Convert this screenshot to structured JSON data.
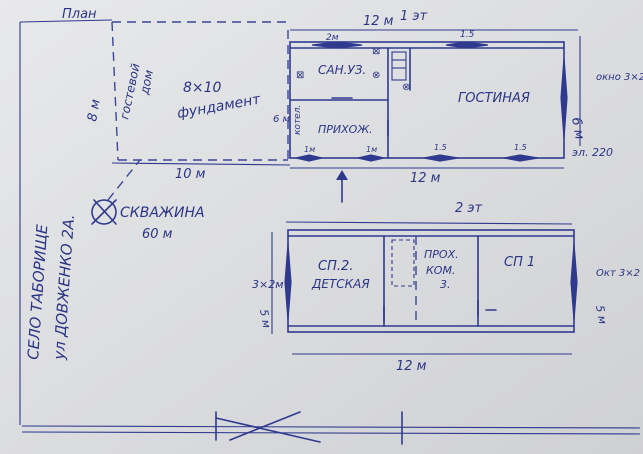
{
  "plan_label": "План",
  "floor1": {
    "title": "1 эт",
    "length": "12 м",
    "length_bottom": "12 м",
    "height": "6 м",
    "rooms": {
      "bathroom": "САН.УЗ.",
      "living": "ГОСТИНАЯ",
      "hall": "ПРИХОЖ.",
      "boiler": "котел."
    },
    "windows": {
      "top_left": "2м",
      "top_right": "1.5",
      "bot_1": "1м",
      "bot_2": "1м",
      "bot_3": "1.5",
      "bot_4": "1.5"
    },
    "window_note": "окно 3×2 м",
    "electric": "эл. 220",
    "inner_height": "6 м"
  },
  "guest": {
    "text1": "гостевой",
    "text2": "дом",
    "size": "8×10",
    "foundation": "фундамент",
    "side": "8 м",
    "bottom": "10 м"
  },
  "well": {
    "label": "СКВАЖИНА",
    "distance": "60 м"
  },
  "floor2": {
    "title": "2 эт",
    "rooms": {
      "sp2_a": "СП.2.",
      "sp2_b": "ДЕТСКАЯ",
      "pass_a": "ПРОХ.",
      "pass_b": "КОМ.",
      "pass_c": "3.",
      "sp1": "СП 1"
    },
    "window_left": "3×2м",
    "window_right": "Окт 3×2 м",
    "height_left": "5 м",
    "height_right": "5 м",
    "length": "12 м"
  },
  "address": {
    "line1": "СЕЛО ТАБОРИЩЕ",
    "line2": "ул ДОВЖЕНКО 2А."
  }
}
